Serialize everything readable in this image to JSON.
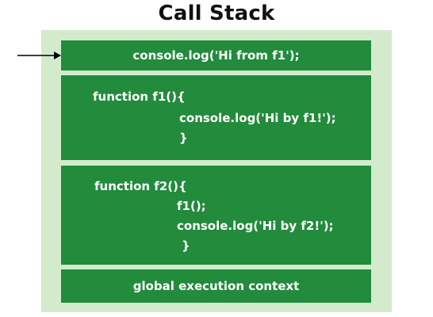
{
  "title": "Call Stack",
  "colors": {
    "frame": "#228b3c",
    "stack_background": "#d3ebcc",
    "text": "#ffffff"
  },
  "frames": [
    {
      "lines": [
        "console.log('Hi from f1');"
      ]
    },
    {
      "lines": [
        "function f1(){",
        "console.log('Hi by f1!');",
        "}"
      ]
    },
    {
      "lines": [
        "function f2(){",
        "f1();",
        "console.log('Hi by f2!');",
        "}"
      ]
    },
    {
      "lines": [
        "global execution context"
      ]
    }
  ]
}
